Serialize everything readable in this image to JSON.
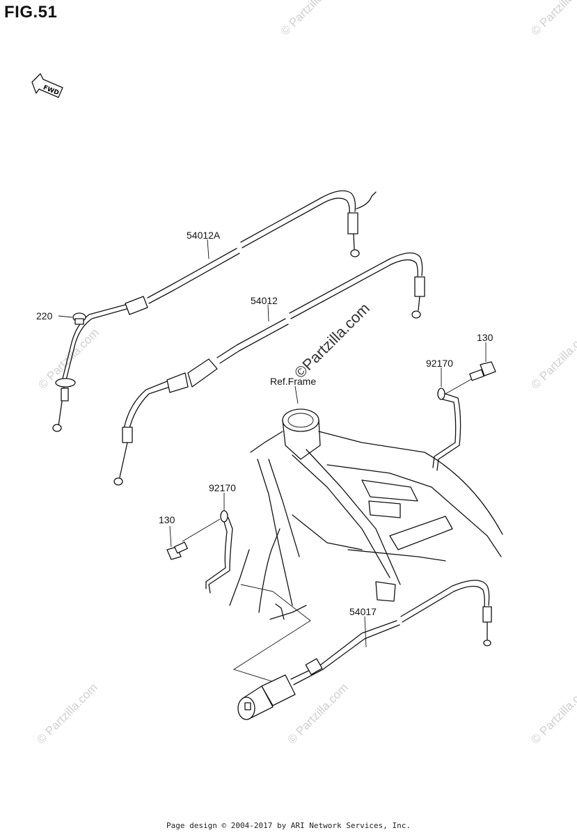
{
  "figure": {
    "title": "FIG.51"
  },
  "fwd_arrow": {
    "label": "FWD",
    "icon": "fwd-arrow-icon"
  },
  "callouts": [
    {
      "id": "c-54012A",
      "label": "54012A"
    },
    {
      "id": "c-54012",
      "label": "54012"
    },
    {
      "id": "c-220",
      "label": "220"
    },
    {
      "id": "c-ref",
      "label": "Ref.Frame"
    },
    {
      "id": "c-130a",
      "label": "130"
    },
    {
      "id": "c-92170a",
      "label": "92170"
    },
    {
      "id": "c-92170b",
      "label": "92170"
    },
    {
      "id": "c-130b",
      "label": "130"
    },
    {
      "id": "c-54017",
      "label": "54017"
    }
  ],
  "watermark": {
    "text": "© Partzilla.com",
    "main": "©Partzilla.com"
  },
  "footer": {
    "text": "Page design © 2004-2017 by ARI Network Services, Inc."
  }
}
